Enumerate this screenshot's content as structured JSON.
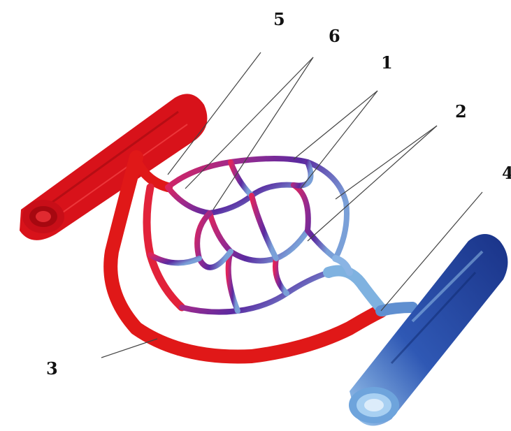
{
  "labels": {
    "l1": "1",
    "l2": "2",
    "l3": "3",
    "l4": "4",
    "l5": "5",
    "l6": "6"
  },
  "colors": {
    "artery": "#e01818",
    "artery_dark": "#b00e14",
    "capillary_mid": "#8a2a8c",
    "capillary_purple": "#6a2a96",
    "capillary_pink": "#d8509a",
    "vein": "#1e3f9a",
    "vein_light": "#7fb2e0",
    "leader_line": "#444444"
  }
}
